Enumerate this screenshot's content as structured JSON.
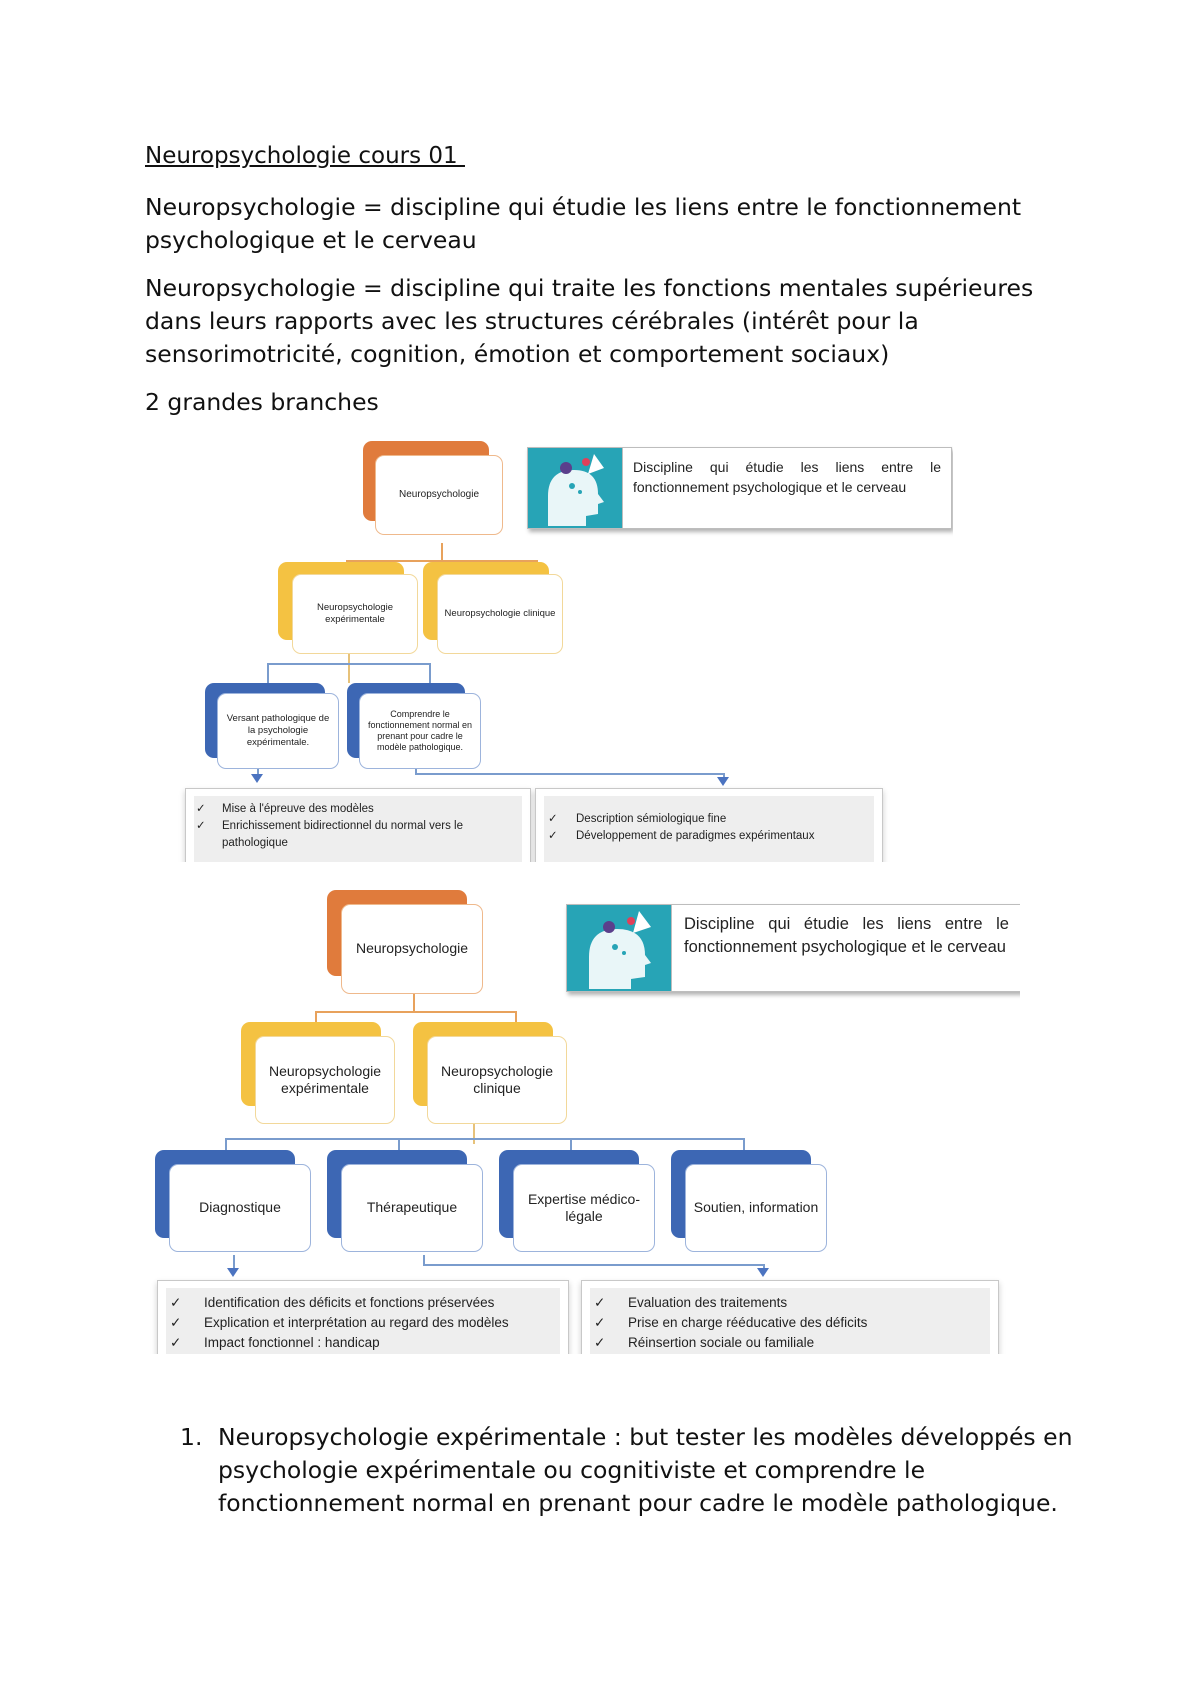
{
  "document": {
    "title": "Neuropsychologie cours 01 ",
    "paragraphs": [
      "Neuropsychologie = discipline qui étudie les liens entre le fonctionnement psychologique et le cerveau",
      "Neuropsychologie = discipline qui traite les fonctions mentales supérieures dans leurs rapports avec les structures cérébrales (intérêt pour la sensorimotricité, cognition, émotion et comportement sociaux)",
      "2 grandes branches"
    ]
  },
  "figure1": {
    "root": "Neuropsychologie",
    "info": "Discipline qui étudie les liens entre le fonctionnement psychologique et le cerveau",
    "branch_left": "Neuropsychologie expérimentale",
    "branch_right": "Neuropsychologie clinique",
    "sub_left": "Versant pathologique de la psychologie expérimentale.",
    "sub_right": "Comprendre le fonctionnement normal en prenant pour cadre le modèle pathologique.",
    "panel_left": [
      "Mise à l'épreuve des modèles",
      "Enrichissement bidirectionnel du normal vers le pathologique"
    ],
    "panel_right": [
      "Description sémiologique fine",
      "Développement de paradigmes expérimentaux"
    ]
  },
  "figure2": {
    "root": "Neuropsychologie",
    "info": "Discipline qui étudie les liens entre le fonctionnement psychologique et le cerveau",
    "branch_left": "Neuropsychologie expérimentale",
    "branch_right": "Neuropsychologie clinique",
    "leaves": [
      "Diagnostique",
      "Thérapeutique",
      "Expertise médico-légale",
      "Soutien, information"
    ],
    "panel_left": [
      "Identification des déficits et fonctions préservées",
      "Explication et interprétation au regard des modèles",
      "Impact fonctionnel : handicap"
    ],
    "panel_right": [
      "Evaluation des traitements",
      "Prise en charge rééducative des déficits",
      "Réinsertion sociale ou familiale"
    ]
  },
  "ordered_list": [
    {
      "number": "1.",
      "text": "Neuropsychologie expérimentale : but tester les modèles développés en psychologie expérimentale ou cognitiviste et comprendre le fonctionnement normal en prenant pour cadre le modèle pathologique."
    }
  ],
  "colors": {
    "orange": "#e07b3c",
    "yellow": "#f4c242",
    "blue": "#3d67b4",
    "teal": "#27a4b6",
    "divider": "#2f5f9a"
  }
}
